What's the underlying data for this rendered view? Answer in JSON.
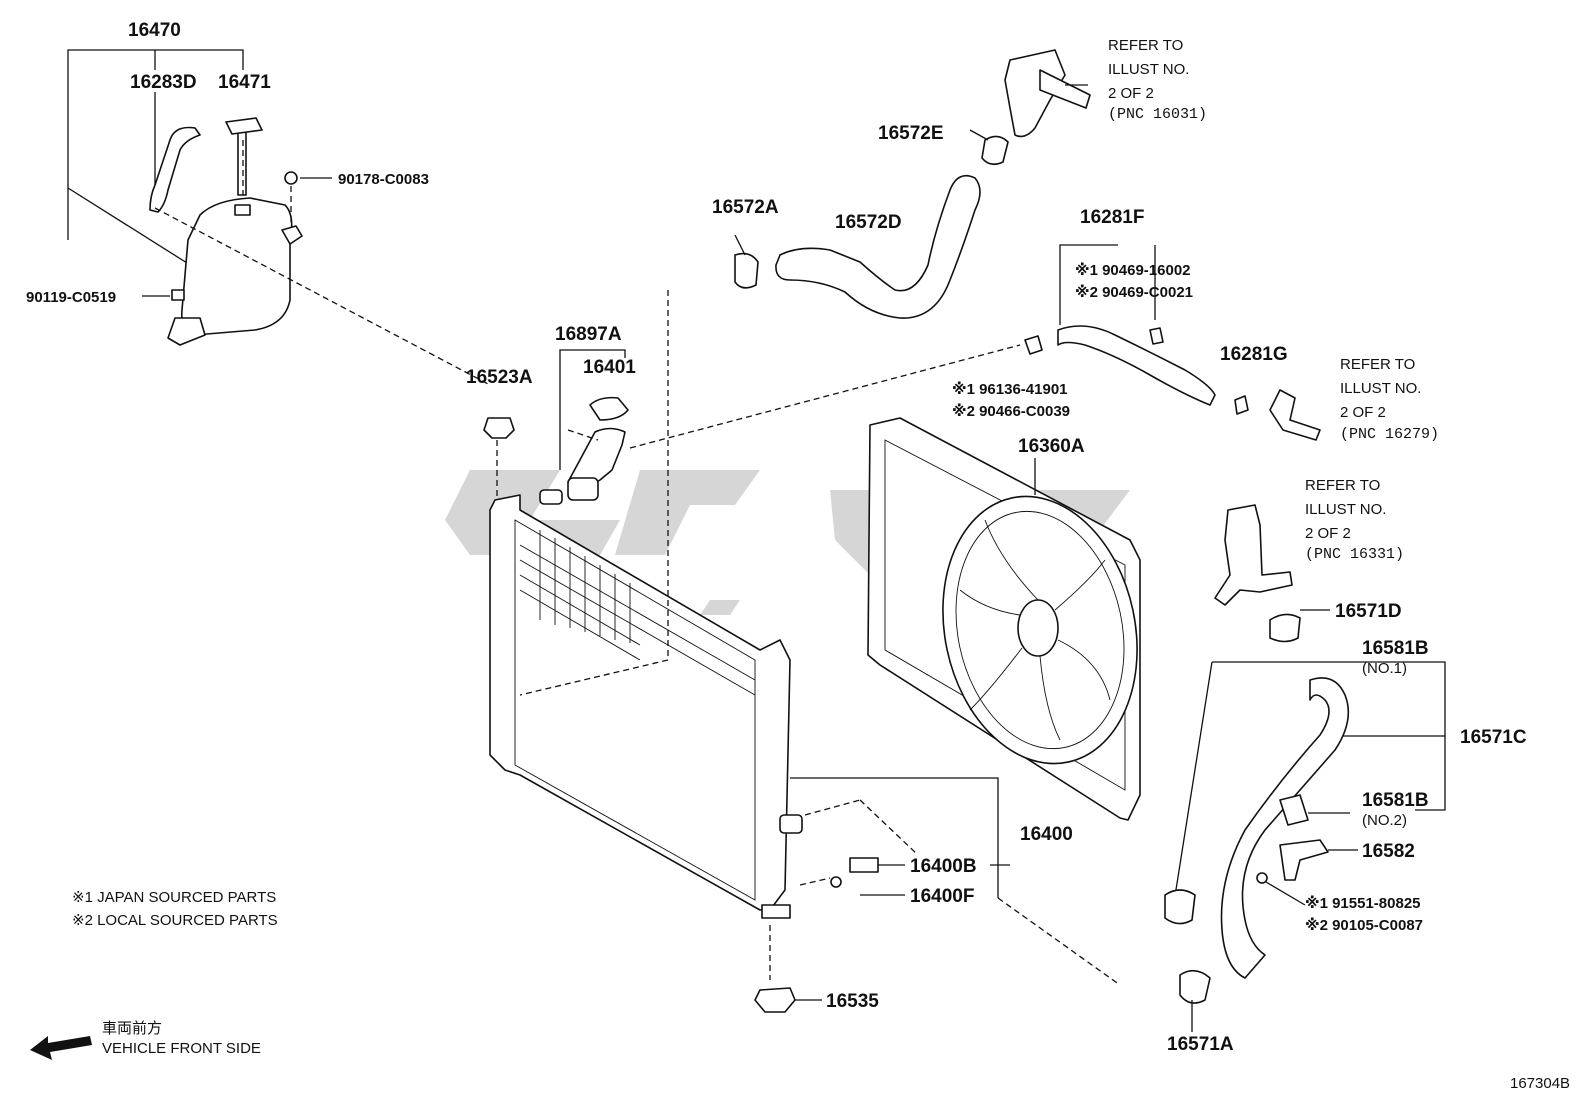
{
  "parts": {
    "p16470": "16470",
    "p16283D": "16283D",
    "p16471": "16471",
    "p90178": "90178-C0083",
    "p90119": "90119-C0519",
    "p16523A": "16523A",
    "p16897A": "16897A",
    "p16401": "16401",
    "p16572E": "16572E",
    "p16572A": "16572A",
    "p16572D": "16572D",
    "p16281F": "16281F",
    "p16281F_1": "※1 90469-16002",
    "p16281F_2": "※2 90469-C0021",
    "p16281G": "16281G",
    "clamp_1": "※1 96136-41901",
    "clamp_2": "※2 90466-C0039",
    "p16360A": "16360A",
    "p16571D": "16571D",
    "p16581B_1": "16581B",
    "p16581B_1_note": "(NO.1)",
    "p16571C": "16571C",
    "p16581B_2": "16581B",
    "p16581B_2_note": "(NO.2)",
    "p16582": "16582",
    "bolt_1": "※1 91551-80825",
    "bolt_2": "※2 90105-C0087",
    "p16400": "16400",
    "p16400B": "16400B",
    "p16400F": "16400F",
    "p16535": "16535",
    "p16571A": "16571A"
  },
  "refs": {
    "ref1": [
      "REFER TO",
      "ILLUST NO.",
      "2 OF 2",
      "(PNC 16031)"
    ],
    "ref2": [
      "REFER TO",
      "ILLUST NO.",
      "2 OF 2",
      "(PNC 16279)"
    ],
    "ref3": [
      "REFER TO",
      "ILLUST NO.",
      "2 OF 2",
      "(PNC 16331)"
    ]
  },
  "notes": {
    "japan": "※1 JAPAN SOURCED PARTS",
    "local": "※2 LOCAL SOURCED PARTS"
  },
  "front": {
    "jp": "車両前方",
    "en": "VEHICLE FRONT SIDE"
  },
  "illust_no": "167304B"
}
